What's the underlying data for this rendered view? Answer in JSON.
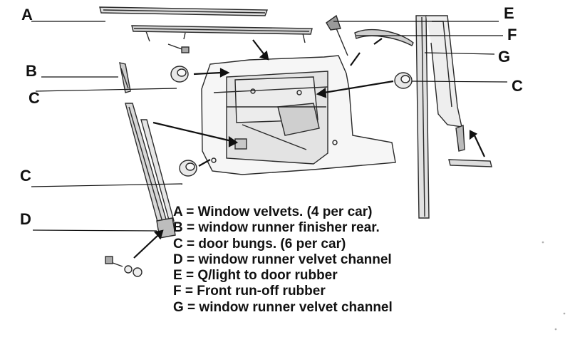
{
  "callouts": {
    "A": "A",
    "B": "B",
    "C_top": "C",
    "C_mid": "C",
    "C_right": "C",
    "D": "D",
    "E": "E",
    "F": "F",
    "G": "G"
  },
  "legend": [
    "A =  Window velvets. (4 per car)",
    "B = window runner finisher rear.",
    "C = door bungs. (6 per car)",
    "D = window runner velvet channel",
    "E = Q/light to door rubber",
    "F = Front run-off rubber",
    "G = window runner velvet channel"
  ]
}
